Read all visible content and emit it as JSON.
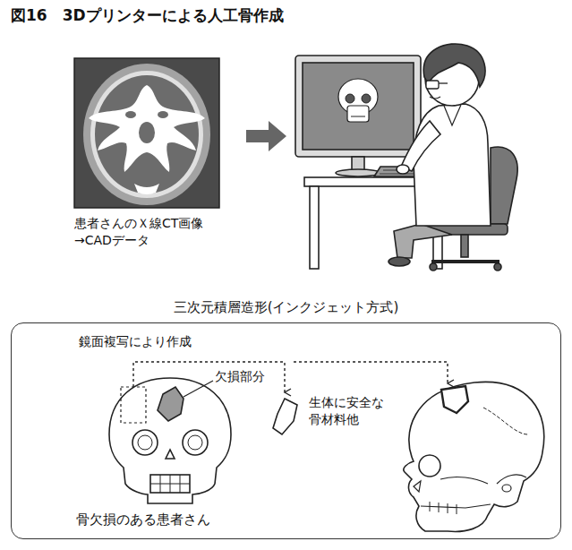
{
  "diagram": {
    "title": "図16　3Dプリンターによる人工骨作成",
    "nodes": [
      {
        "text": [
          "三次元積層造形(インクジェット方式)"
        ]
      }
    ],
    "labels": [
      "患者さんのＸ線CT画像 →CADデータ",
      "鏡面複写により作成",
      "欠損部分",
      "生体に安全な 骨材料他",
      "骨欠損のある患者さん"
    ]
  }
}
